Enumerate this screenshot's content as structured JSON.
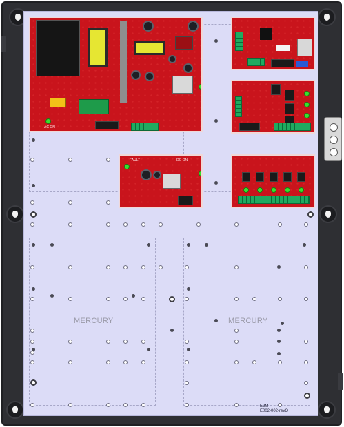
{
  "zones": {
    "left_label": "MERCURY",
    "right_label": "MERCURY"
  },
  "boards": {
    "power_supply": {
      "label": "AC ON"
    },
    "sub_power": {
      "label_left": "FAULT",
      "label_right": "DC ON"
    }
  },
  "stamp": {
    "line1": "E2M",
    "line2": "E002-002-revO"
  },
  "colors": {
    "enclosure": "#2e2f33",
    "backplate": "#dcdcf7",
    "pcb": "#c9141c",
    "terminal": "#1faa60",
    "led": "#38e02e"
  }
}
